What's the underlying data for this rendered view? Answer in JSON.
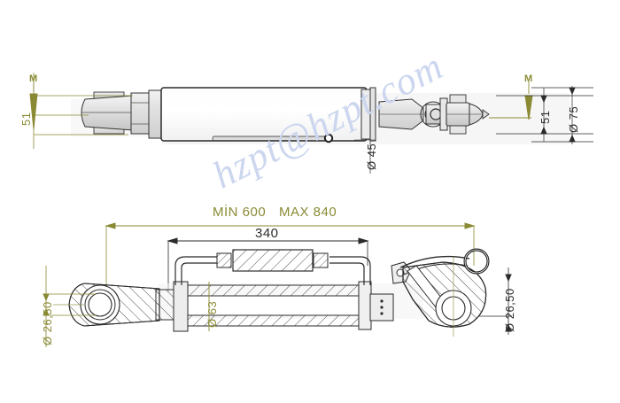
{
  "drawing": {
    "title": "Hydraulic Top Link Assembly Drawing",
    "background_color": "#ffffff",
    "olive_color": "#8a8a35",
    "dark_color": "#2b2b2b",
    "watermark_color": "#ccd6ee",
    "views": {
      "top_view_label": "top-view-assembly",
      "bottom_view_label": "section-view-assembly"
    }
  },
  "watermark": {
    "text": "hzpt@hzpt.com"
  },
  "dimensions": {
    "top_left_marker": "M",
    "top_left_height": "51",
    "top_right_marker": "M",
    "top_right_height": "51",
    "rod_diameter": "Ø 45",
    "outer_diameter": "Ø 75",
    "min_length": "MİN 600",
    "max_length": "MAX 840",
    "body_length": "340",
    "bore_diameter": "Ø 63",
    "left_eye_bore": "Ø 26,50",
    "right_eye_bore": "Ø 26,50"
  }
}
